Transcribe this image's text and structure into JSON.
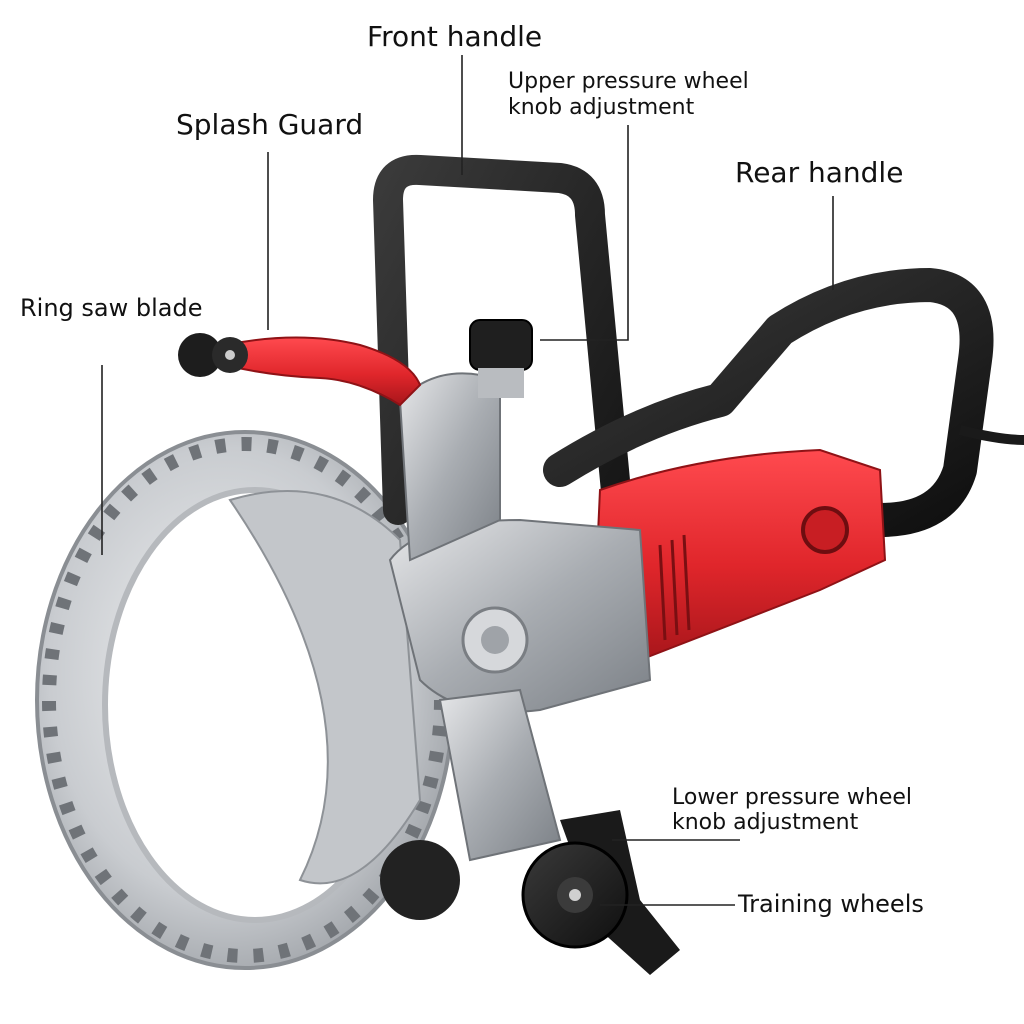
{
  "labels": {
    "front_handle": "Front handle",
    "upper_knob_line1": "Upper pressure wheel",
    "upper_knob_line2": "knob adjustment",
    "splash_guard": "Splash Guard",
    "rear_handle": "Rear handle",
    "ring_saw_blade": "Ring saw blade",
    "lower_knob_line1": "Lower pressure wheel",
    "lower_knob_line2": "knob adjustment",
    "training_wheels": "Training wheels"
  },
  "colors": {
    "body_red": "#e0262b",
    "metal_silver": "#b9bcc0",
    "handle_black": "#1c1c1c",
    "blade_grey": "#cfd2d5",
    "leader_line": "#222222"
  }
}
